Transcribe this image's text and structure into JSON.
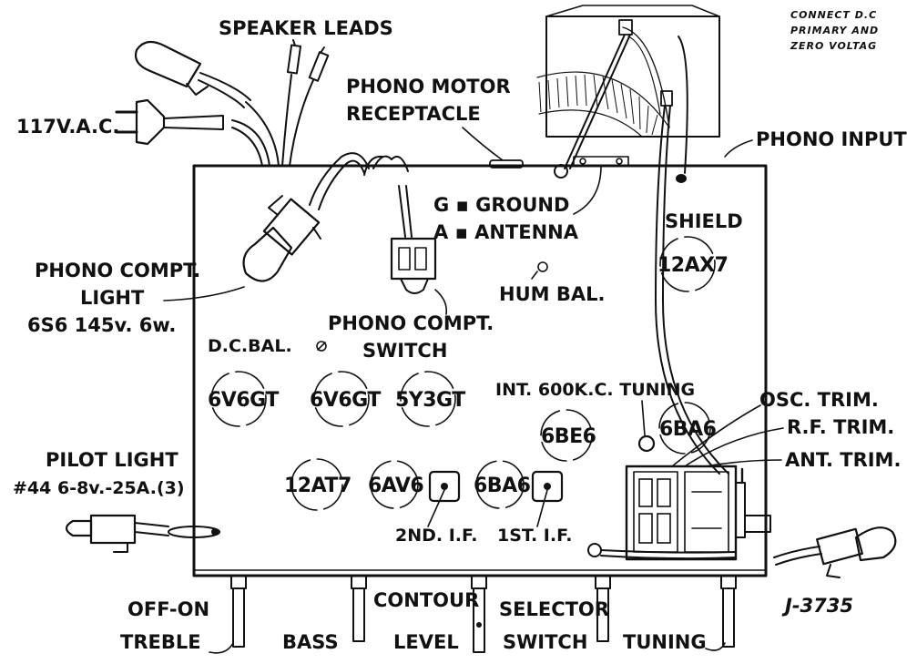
{
  "notes": {
    "connect_line1": "CONNECT D.C",
    "connect_line2": "PRIMARY AND",
    "connect_line3": "ZERO VOLTAG"
  },
  "labels": {
    "speaker_leads": "SPEAKER LEADS",
    "ac_plug": "117V.A.C.",
    "phono_motor_1": "PHONO MOTOR",
    "phono_motor_2": "RECEPTACLE",
    "phono_input": "PHONO INPUT",
    "ground": "G ▪ GROUND",
    "antenna": "A ▪ ANTENNA",
    "shield": "SHIELD",
    "phono_light_1": "PHONO COMPT.",
    "phono_light_2": "LIGHT",
    "phono_light_3": "6S6  145v. 6w.",
    "hum_bal": "HUM BAL.",
    "phono_switch_1": "PHONO COMPT.",
    "phono_switch_2": "SWITCH",
    "dc_bal": "D.C.BAL.",
    "int_tuning": "INT. 600K.C. TUNING",
    "osc_trim": "OSC. TRIM.",
    "rf_trim": "R.F. TRIM.",
    "ant_trim": "ANT. TRIM.",
    "pilot_1": "PILOT LIGHT",
    "pilot_2": "#44  6-8v.-25A.(3)",
    "if2": "2ND. I.F.",
    "if1": "1ST. I.F.",
    "offon": "OFF-ON",
    "treble": "TREBLE",
    "bass": "BASS",
    "contour": "CONTOUR",
    "level": "LEVEL",
    "selector": "SELECTOR",
    "switch": "SWITCH",
    "tuning": "TUNING",
    "code": "J-3735"
  },
  "tubes": {
    "t12ax7": "12AX7",
    "t6v6gt_a": "6V6GT",
    "t6v6gt_b": "6V6GT",
    "t5y3gt": "5Y3GT",
    "t6be6": "6BE6",
    "t6ba6_top": "6BA6",
    "t12at7": "12AT7",
    "t6av6": "6AV6",
    "t6ba6_bottom": "6BA6"
  }
}
